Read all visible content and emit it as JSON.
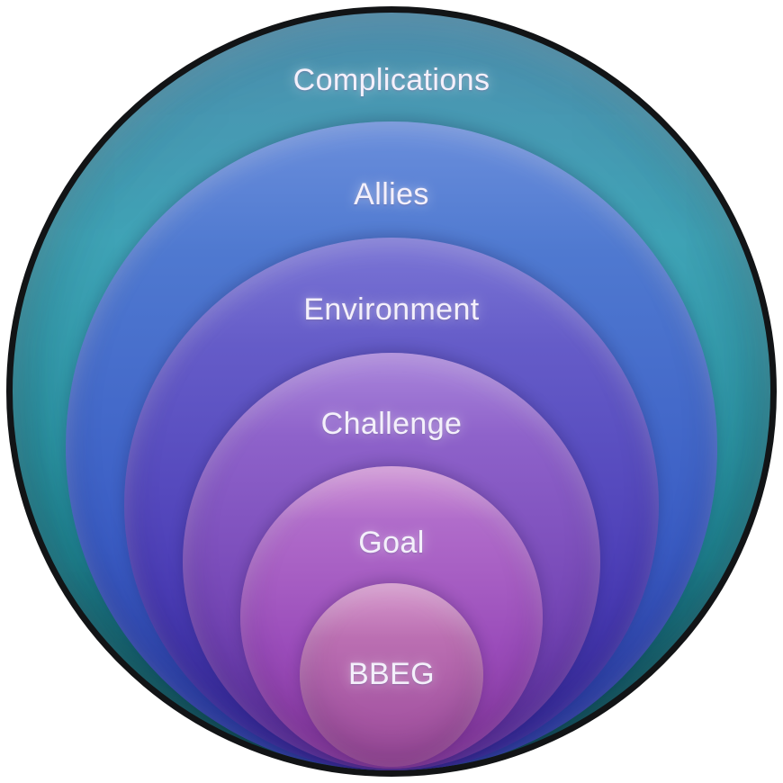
{
  "diagram": {
    "type": "nested-circles-onion",
    "outline_color": "#121416",
    "label_color": "#f4f0fb",
    "background_color": "#ffffff",
    "layers": [
      {
        "label": "Complications",
        "gradient": [
          [
            "#4e90b0",
            "0%"
          ],
          [
            "#3fa3b6",
            "30%"
          ],
          [
            "#23919f",
            "72%"
          ],
          [
            "#0f5662",
            "100%"
          ]
        ]
      },
      {
        "label": "Allies",
        "gradient": [
          [
            "#6b8fdc",
            "0%"
          ],
          [
            "#4f79d0",
            "20%"
          ],
          [
            "#3a5cc4",
            "65%"
          ],
          [
            "#2b3aa6",
            "100%"
          ]
        ]
      },
      {
        "label": "Environment",
        "gradient": [
          [
            "#7b76d6",
            "0%"
          ],
          [
            "#655cc8",
            "20%"
          ],
          [
            "#4b3db6",
            "65%"
          ],
          [
            "#34289c",
            "100%"
          ]
        ]
      },
      {
        "label": "Challenge",
        "gradient": [
          [
            "#ab87dc",
            "0%"
          ],
          [
            "#8e62ca",
            "20%"
          ],
          [
            "#7344b4",
            "65%"
          ],
          [
            "#5a2d9e",
            "100%"
          ]
        ]
      },
      {
        "label": "Goal",
        "gradient": [
          [
            "#d398d8",
            "0%"
          ],
          [
            "#b06cca",
            "18%"
          ],
          [
            "#9a4cba",
            "60%"
          ],
          [
            "#8c38a2",
            "100%"
          ]
        ]
      },
      {
        "label": "BBEG",
        "gradient": [
          [
            "#d79ace",
            "0%"
          ],
          [
            "#bb6fb2",
            "30%"
          ],
          [
            "#aa5ba6",
            "65%"
          ],
          [
            "#9d4a9b",
            "100%"
          ]
        ]
      }
    ]
  }
}
